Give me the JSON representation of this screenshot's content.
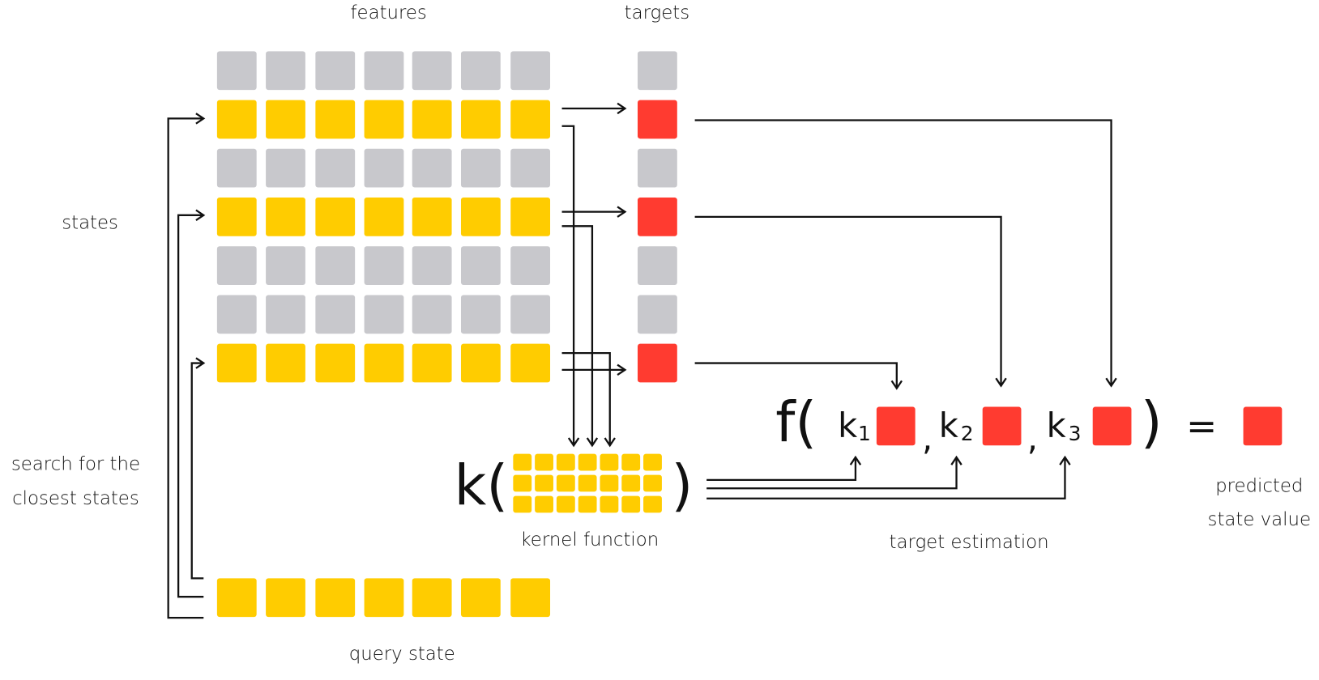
{
  "labels": {
    "features": "features",
    "targets": "targets",
    "states": "states",
    "search_line1": "search for the",
    "search_line2": "closest states",
    "kernel_function": "kernel function",
    "target_estimation": "target estimation",
    "predicted_line1": "predicted",
    "predicted_line2": "state value",
    "query_state": "query state"
  },
  "formula": {
    "kernel_open": "k(",
    "kernel_close": ")",
    "f_open": "f(",
    "k1": "k",
    "k1_sub": "1",
    "k2": "k",
    "k2_sub": "2",
    "k3": "k",
    "k3_sub": "3",
    "comma": ",",
    "close": ")",
    "equals": "="
  },
  "matrix": {
    "rows": 7,
    "cols": 7,
    "selected_rows": [
      1,
      3,
      6
    ]
  },
  "colors": {
    "gray": "#c8c8cc",
    "yellow": "#ffcc00",
    "red": "#ff3b30",
    "line": "#111111"
  }
}
